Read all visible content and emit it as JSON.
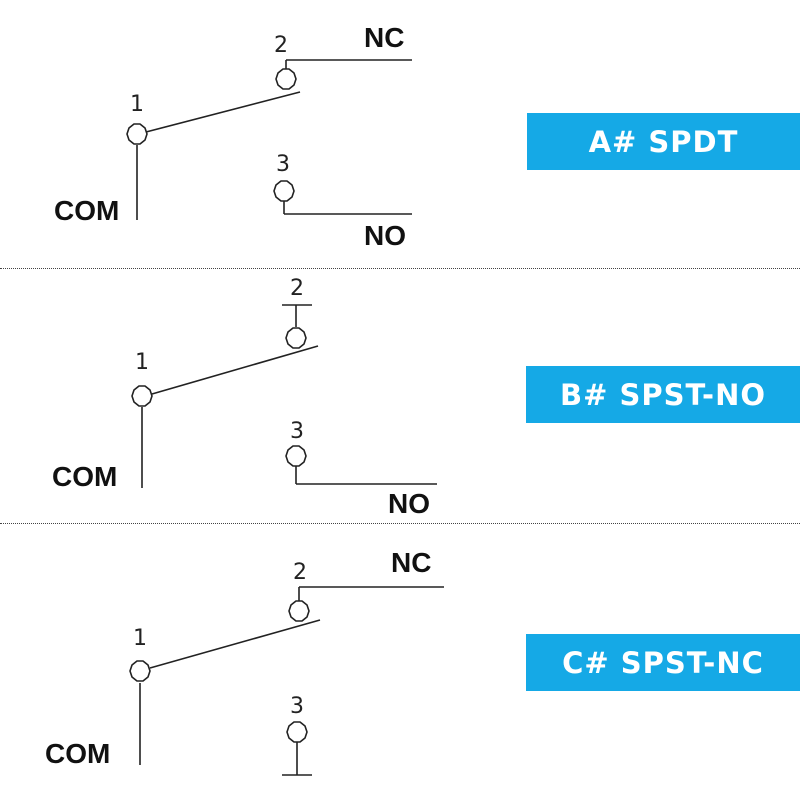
{
  "colors": {
    "badge_bg": "#15a9e6",
    "line": "#222222"
  },
  "sections": [
    {
      "badge": "A# SPDT",
      "com_label": "COM",
      "pin_1": "1",
      "pin_2": "2",
      "pin_3": "3",
      "nc_label": "NC",
      "no_label": "NO"
    },
    {
      "badge": "B# SPST-NO",
      "com_label": "COM",
      "pin_1": "1",
      "pin_2": "2",
      "pin_3": "3",
      "no_label": "NO"
    },
    {
      "badge": "C# SPST-NC",
      "com_label": "COM",
      "pin_1": "1",
      "pin_2": "2",
      "pin_3": "3",
      "nc_label": "NC"
    }
  ]
}
